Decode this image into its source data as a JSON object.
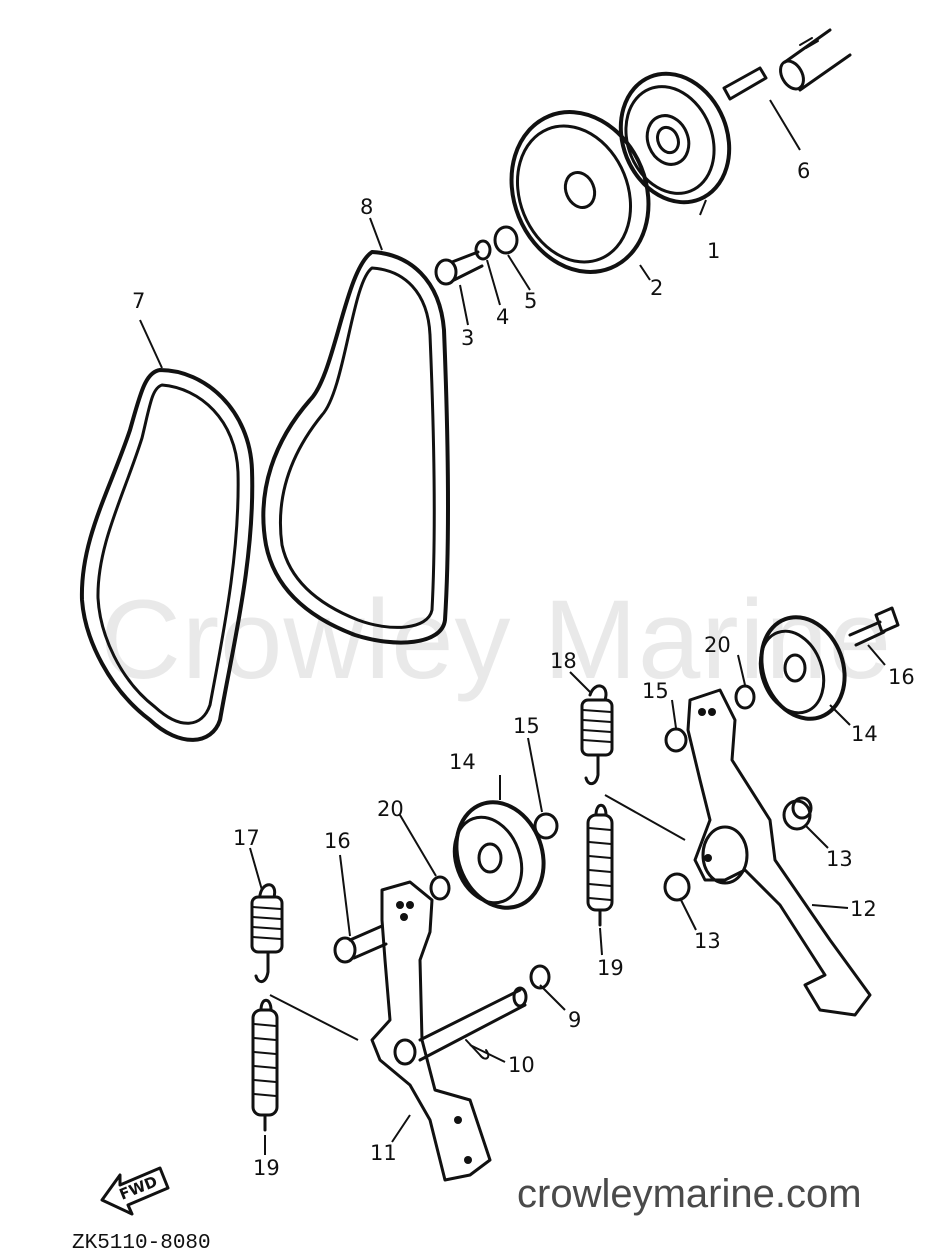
{
  "watermark": "Crowley Marine",
  "website": "crowleymarine.com",
  "diagram_code": "ZK5110-8080",
  "fwd_arrow_label": "FWD",
  "callouts": {
    "c1": "1",
    "c2": "2",
    "c3": "3",
    "c4": "4",
    "c5": "5",
    "c6": "6",
    "c7": "7",
    "c8": "8",
    "c9": "9",
    "c10": "10",
    "c11": "11",
    "c12": "12",
    "c13a": "13",
    "c13b": "13",
    "c14a": "14",
    "c14b": "14",
    "c15a": "15",
    "c15b": "15",
    "c16a": "16",
    "c16b": "16",
    "c17": "17",
    "c18": "18",
    "c19a": "19",
    "c19b": "19",
    "c20a": "20",
    "c20b": "20"
  }
}
